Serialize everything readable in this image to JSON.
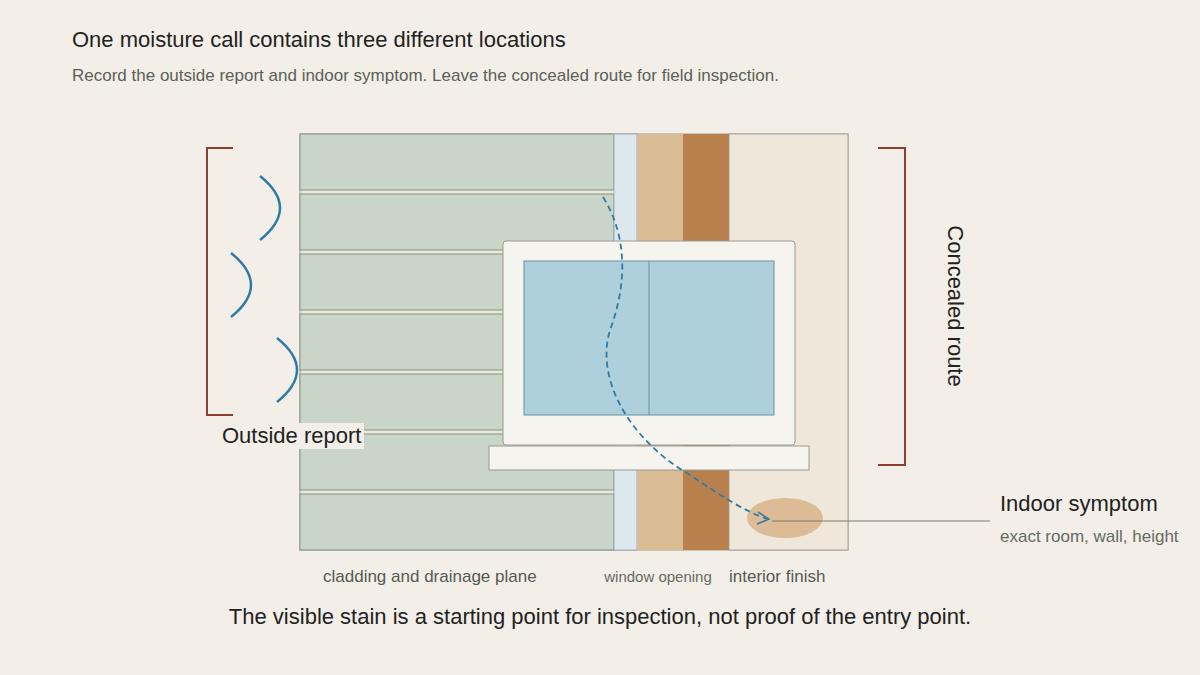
{
  "diagram": {
    "title": "One moisture call contains three different locations",
    "caption": "The visible stain is a starting point for inspection, not proof of the entry point.",
    "labels": [
      "Record the outside report and indoor symptom. Leave the concealed route for field inspection.",
      "Outside report",
      "Concealed route",
      "Indoor symptom",
      "exact room, wall, height",
      "cladding and drainage plane",
      "interior finish",
      "window opening"
    ]
  }
}
